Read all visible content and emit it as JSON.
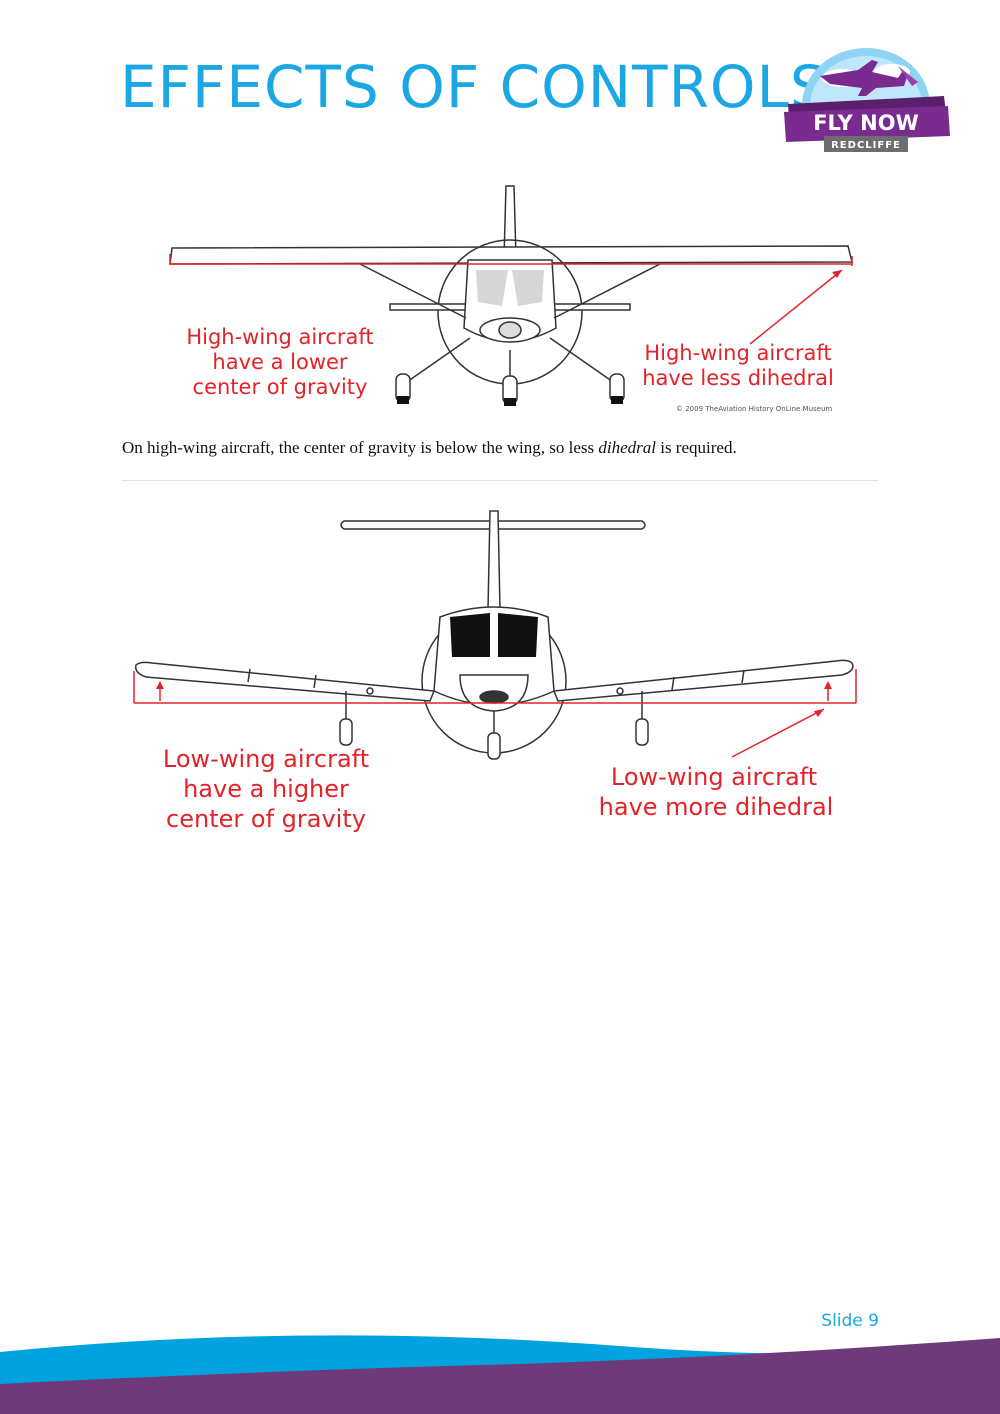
{
  "page": {
    "title": "EFFECTS OF CONTROLS",
    "slide_label": "Slide 9"
  },
  "logo": {
    "main_text": "FLY NOW",
    "sub_text": "REDCLIFFE",
    "colors": {
      "purple": "#7b2b8f",
      "sky": "#8fd3f5",
      "grey": "#6d6e71"
    }
  },
  "figure_high_wing": {
    "label_left": [
      "High-wing aircraft",
      "have a lower",
      "center of gravity"
    ],
    "label_right": [
      "High-wing aircraft",
      "have less dihedral"
    ],
    "copyright": "© 2009 TheAviation History OnLine Museum"
  },
  "caption": {
    "before": "On high-wing aircraft, the center of gravity is below the wing, so less ",
    "emphasis": "dihedral",
    "after": " is required."
  },
  "figure_low_wing": {
    "label_left": [
      "Low-wing aircraft",
      "have a higher",
      "center of gravity"
    ],
    "label_right": [
      "Low-wing aircraft",
      "have more dihedral"
    ]
  },
  "colors": {
    "title_blue": "#1aa7e4",
    "annotation_red": "#e3232a",
    "footer_blue": "#00a3e0",
    "footer_purple": "#6e3a7a"
  }
}
